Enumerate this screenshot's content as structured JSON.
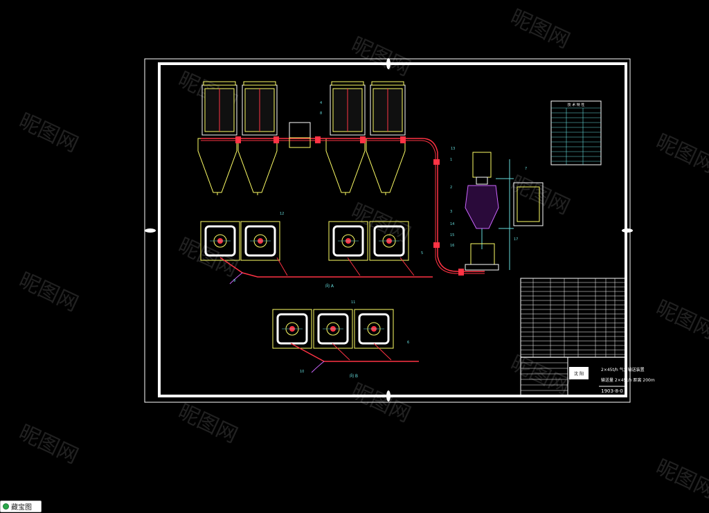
{
  "watermark": {
    "text": "昵图网"
  },
  "drawing": {
    "view_a_label": "向 A",
    "view_b_label": "向 B",
    "part_tags": [
      "4",
      "6",
      "7",
      "8",
      "9",
      "10",
      "11",
      "12",
      "13",
      "1",
      "2",
      "3",
      "14",
      "15",
      "16",
      "5",
      "17"
    ]
  },
  "title_block": {
    "drawing_number": "1903-8-0",
    "company_mark": "沈 阳",
    "caption_line1": "2×45t/h 气力输送装置",
    "caption_line2": "输送量 2×45t/h 距离 200m"
  },
  "spec_table": {
    "heading": "技 术 特 性"
  },
  "favorite_button": {
    "label": "藏宝图"
  },
  "colors": {
    "background": "#000000",
    "frame": "#ffffff",
    "equipment": "#ffff66",
    "pipe_red": "#ff3344",
    "pipe_purple": "#cc66ff",
    "leader_green": "#33cc55",
    "dim_cyan": "#66dddd"
  }
}
